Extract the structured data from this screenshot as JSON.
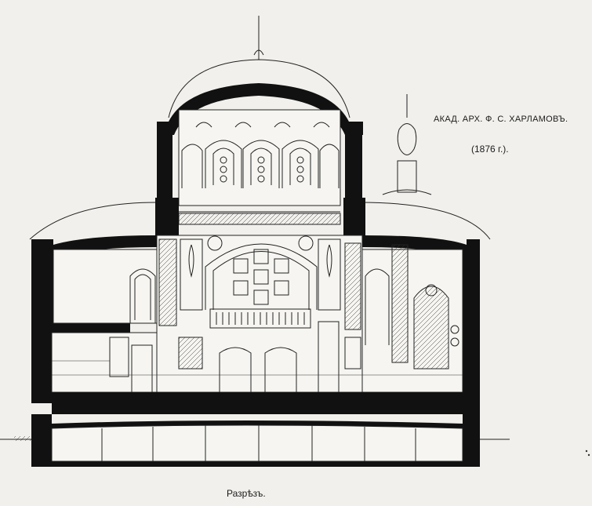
{
  "plate": {
    "author": "АКАД. АРХ. Ф. С. ХАРЛАМОВЪ.",
    "year": "(1876 г.).",
    "caption": "Разрѣзъ."
  },
  "colors": {
    "paper": "#f1f0ec",
    "ink": "#111111",
    "fill": "#f6f5f1"
  }
}
